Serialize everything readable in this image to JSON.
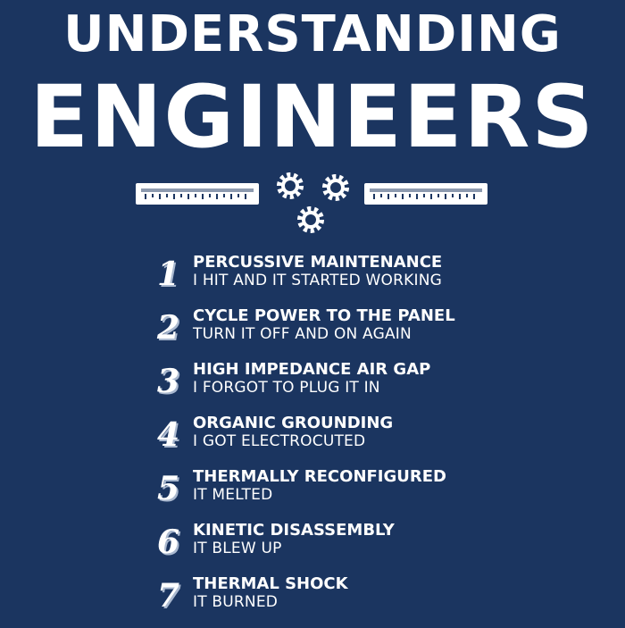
{
  "header": {
    "line1": "UNDERSTANDING",
    "line2": "ENGINEERS"
  },
  "decoration": {
    "left_icon": "ruler-icon",
    "center_icon": "gears-icon",
    "right_icon": "ruler-icon"
  },
  "items": [
    {
      "number": "1",
      "term": "PERCUSSIVE MAINTENANCE",
      "meaning": "I HIT AND IT STARTED WORKING"
    },
    {
      "number": "2",
      "term": "CYCLE POWER TO THE PANEL",
      "meaning": "TURN IT OFF AND ON AGAIN"
    },
    {
      "number": "3",
      "term": "HIGH IMPEDANCE AIR GAP",
      "meaning": "I FORGOT TO PLUG IT IN"
    },
    {
      "number": "4",
      "term": "ORGANIC GROUNDING",
      "meaning": "I GOT ELECTROCUTED"
    },
    {
      "number": "5",
      "term": "THERMALLY RECONFIGURED",
      "meaning": "IT MELTED"
    },
    {
      "number": "6",
      "term": "KINETIC DISASSEMBLY",
      "meaning": "IT BLEW UP"
    },
    {
      "number": "7",
      "term": "THERMAL SHOCK",
      "meaning": "IT BURNED"
    }
  ],
  "colors": {
    "background": "#1b3560",
    "text": "#ffffff"
  }
}
